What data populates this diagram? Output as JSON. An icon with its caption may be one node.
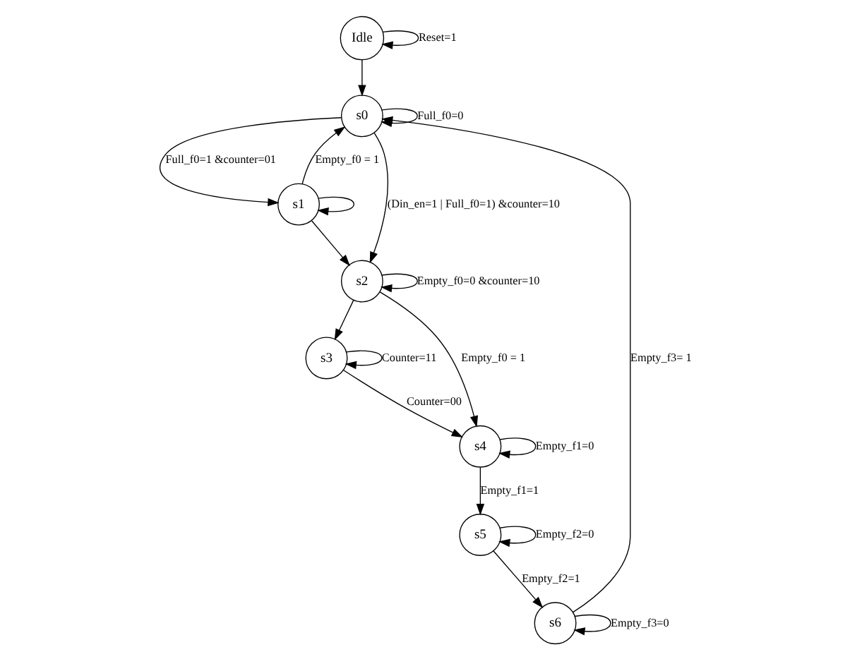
{
  "diagram": {
    "nodes": [
      {
        "text": [
          "Idle"
        ]
      },
      {
        "text": [
          "s0"
        ]
      },
      {
        "text": [
          "s1"
        ]
      },
      {
        "text": [
          "s2"
        ]
      },
      {
        "text": [
          "s3"
        ]
      },
      {
        "text": [
          "s4"
        ]
      },
      {
        "text": [
          "s5"
        ]
      },
      {
        "text": [
          "s6"
        ]
      }
    ],
    "edges": [
      {
        "from": 0,
        "to": 0,
        "arrow": "to",
        "label": "Reset=1"
      },
      {
        "from": 0,
        "to": 1,
        "arrow": "to"
      },
      {
        "from": 1,
        "to": 1,
        "arrow": "to",
        "label": "Full_f0=0"
      },
      {
        "from": 1,
        "to": 2,
        "arrow": "to",
        "label": "Full_f0=1 &counter=01"
      },
      {
        "from": 1,
        "to": 3,
        "arrow": "to",
        "label": "(Din_en=1 | Full_f0=1) &counter=10"
      },
      {
        "from": 2,
        "to": 1,
        "arrow": "to",
        "label": "Empty_f0 = 1"
      },
      {
        "from": 2,
        "to": 2,
        "arrow": "to"
      },
      {
        "from": 2,
        "to": 3,
        "arrow": "to"
      },
      {
        "from": 3,
        "to": 3,
        "arrow": "to",
        "label": "Empty_f0=0 &counter=10"
      },
      {
        "from": 3,
        "to": 4,
        "arrow": "to"
      },
      {
        "from": 3,
        "to": 5,
        "arrow": "to",
        "label": "Empty_f0 = 1"
      },
      {
        "from": 4,
        "to": 4,
        "arrow": "to",
        "label": "Counter=11"
      },
      {
        "from": 4,
        "to": 5,
        "arrow": "to",
        "label": "Counter=00"
      },
      {
        "from": 5,
        "to": 5,
        "arrow": "to",
        "label": "Empty_f1=0"
      },
      {
        "from": 5,
        "to": 6,
        "arrow": "to",
        "label": "Empty_f1=1"
      },
      {
        "from": 6,
        "to": 6,
        "arrow": "to",
        "label": "Empty_f2=0"
      },
      {
        "from": 6,
        "to": 7,
        "arrow": "to",
        "label": "Empty_f2=1"
      },
      {
        "from": 7,
        "to": 7,
        "arrow": "to",
        "label": "Empty_f3=0"
      },
      {
        "from": 7,
        "to": 1,
        "arrow": "to",
        "label": "Empty_f3= 1"
      }
    ]
  }
}
